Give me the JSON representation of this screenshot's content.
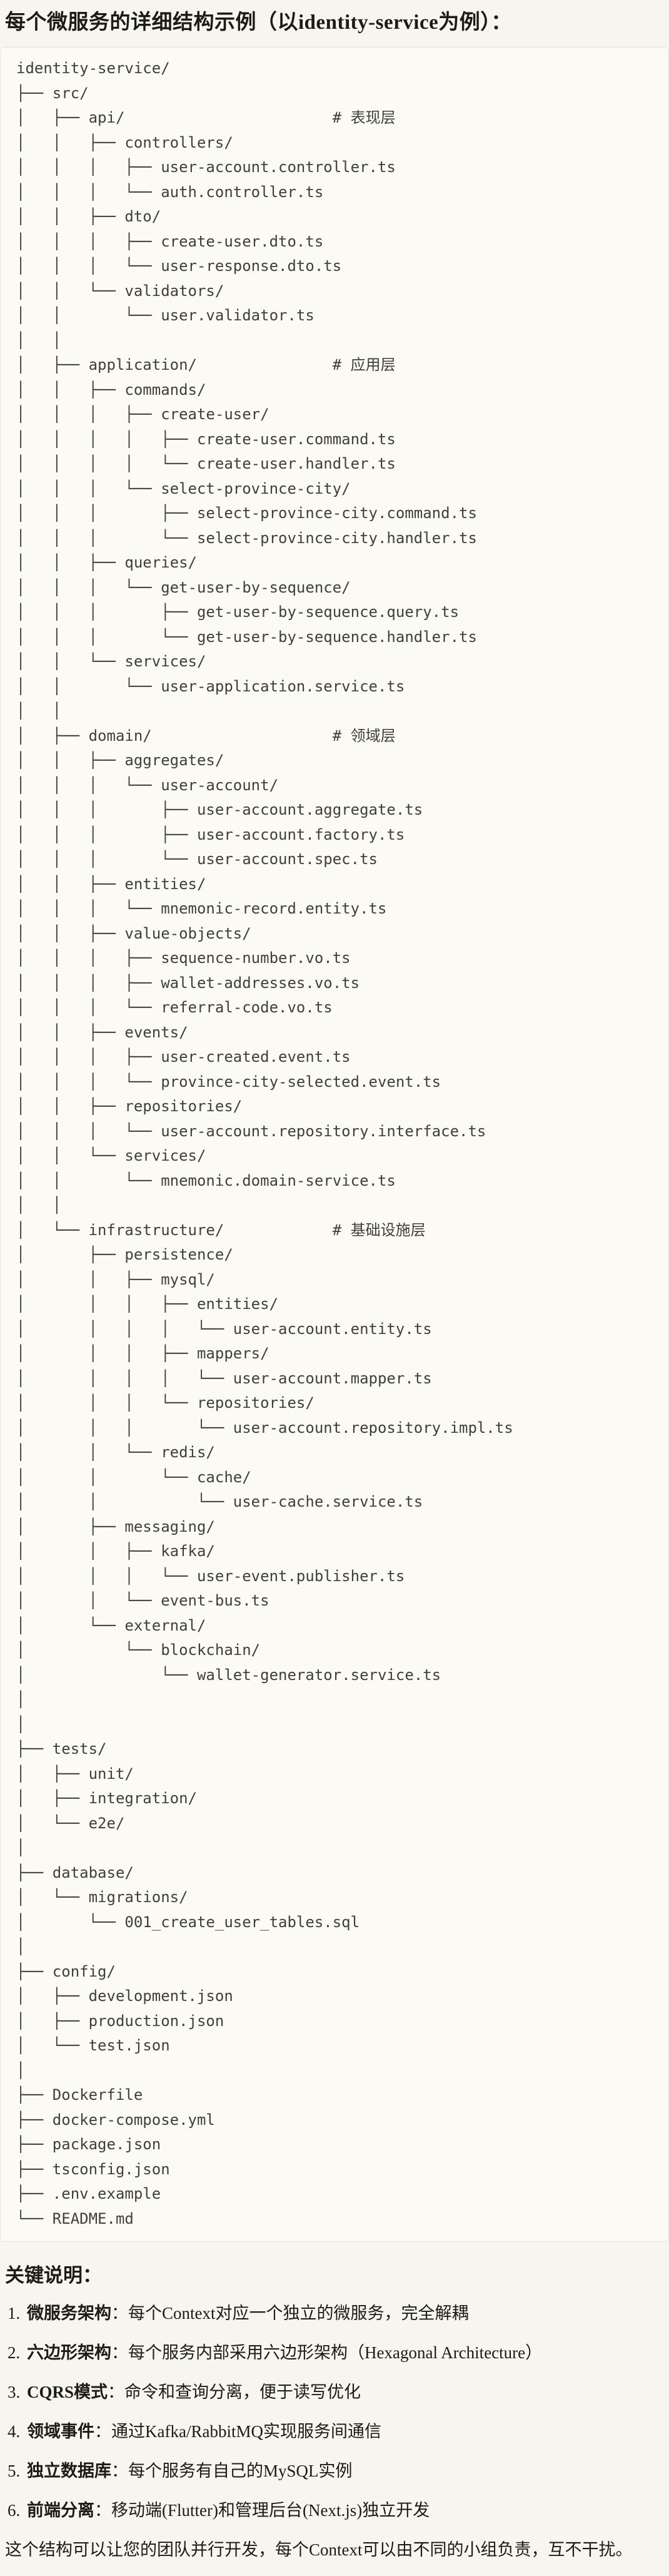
{
  "title": "每个微服务的详细结构示例（以identity-service为例）：",
  "tree": {
    "lines": [
      "identity-service/",
      "├── src/",
      "│   ├── api/                       # 表现层",
      "│   │   ├── controllers/",
      "│   │   │   ├── user-account.controller.ts",
      "│   │   │   └── auth.controller.ts",
      "│   │   ├── dto/",
      "│   │   │   ├── create-user.dto.ts",
      "│   │   │   └── user-response.dto.ts",
      "│   │   └── validators/",
      "│   │       └── user.validator.ts",
      "│   │",
      "│   ├── application/               # 应用层",
      "│   │   ├── commands/",
      "│   │   │   ├── create-user/",
      "│   │   │   │   ├── create-user.command.ts",
      "│   │   │   │   └── create-user.handler.ts",
      "│   │   │   └── select-province-city/",
      "│   │   │       ├── select-province-city.command.ts",
      "│   │   │       └── select-province-city.handler.ts",
      "│   │   ├── queries/",
      "│   │   │   └── get-user-by-sequence/",
      "│   │   │       ├── get-user-by-sequence.query.ts",
      "│   │   │       └── get-user-by-sequence.handler.ts",
      "│   │   └── services/",
      "│   │       └── user-application.service.ts",
      "│   │",
      "│   ├── domain/                    # 领域层",
      "│   │   ├── aggregates/",
      "│   │   │   └── user-account/",
      "│   │   │       ├── user-account.aggregate.ts",
      "│   │   │       ├── user-account.factory.ts",
      "│   │   │       └── user-account.spec.ts",
      "│   │   ├── entities/",
      "│   │   │   └── mnemonic-record.entity.ts",
      "│   │   ├── value-objects/",
      "│   │   │   ├── sequence-number.vo.ts",
      "│   │   │   ├── wallet-addresses.vo.ts",
      "│   │   │   └── referral-code.vo.ts",
      "│   │   ├── events/",
      "│   │   │   ├── user-created.event.ts",
      "│   │   │   └── province-city-selected.event.ts",
      "│   │   ├── repositories/",
      "│   │   │   └── user-account.repository.interface.ts",
      "│   │   └── services/",
      "│   │       └── mnemonic.domain-service.ts",
      "│   │",
      "│   └── infrastructure/            # 基础设施层",
      "│       ├── persistence/",
      "│       │   ├── mysql/",
      "│       │   │   ├── entities/",
      "│       │   │   │   └── user-account.entity.ts",
      "│       │   │   ├── mappers/",
      "│       │   │   │   └── user-account.mapper.ts",
      "│       │   │   └── repositories/",
      "│       │   │       └── user-account.repository.impl.ts",
      "│       │   └── redis/",
      "│       │       └── cache/",
      "│       │           └── user-cache.service.ts",
      "│       ├── messaging/",
      "│       │   ├── kafka/",
      "│       │   │   └── user-event.publisher.ts",
      "│       │   └── event-bus.ts",
      "│       └── external/",
      "│           └── blockchain/",
      "│               └── wallet-generator.service.ts",
      "│",
      "│",
      "├── tests/",
      "│   ├── unit/",
      "│   ├── integration/",
      "│   └── e2e/",
      "│",
      "├── database/",
      "│   └── migrations/",
      "│       └── 001_create_user_tables.sql",
      "│",
      "├── config/",
      "│   ├── development.json",
      "│   ├── production.json",
      "│   └── test.json",
      "│",
      "├── Dockerfile",
      "├── docker-compose.yml",
      "├── package.json",
      "├── tsconfig.json",
      "├── .env.example",
      "└── README.md"
    ]
  },
  "notes": {
    "heading": "关键说明：",
    "items": [
      {
        "num": "1.",
        "term": "微服务架构",
        "desc": "：每个Context对应一个独立的微服务，完全解耦"
      },
      {
        "num": "2.",
        "term": "六边形架构",
        "desc": "：每个服务内部采用六边形架构（Hexagonal Architecture）"
      },
      {
        "num": "3.",
        "term": "CQRS模式",
        "desc": "：命令和查询分离，便于读写优化"
      },
      {
        "num": "4.",
        "term": "领域事件",
        "desc": "：通过Kafka/RabbitMQ实现服务间通信"
      },
      {
        "num": "5.",
        "term": "独立数据库",
        "desc": "：每个服务有自己的MySQL实例"
      },
      {
        "num": "6.",
        "term": "前端分离",
        "desc": "：移动端(Flutter)和管理后台(Next.js)独立开发"
      }
    ]
  },
  "closing": "这个结构可以让您的团队并行开发，每个Context可以由不同的小组负责，互不干扰。",
  "colors": {
    "page_bg": "#f7f5ef",
    "box_bg": "#fbfaf5",
    "box_border": "#e5e2d9",
    "text": "#1c1b17",
    "tree_text": "#403f3a"
  }
}
